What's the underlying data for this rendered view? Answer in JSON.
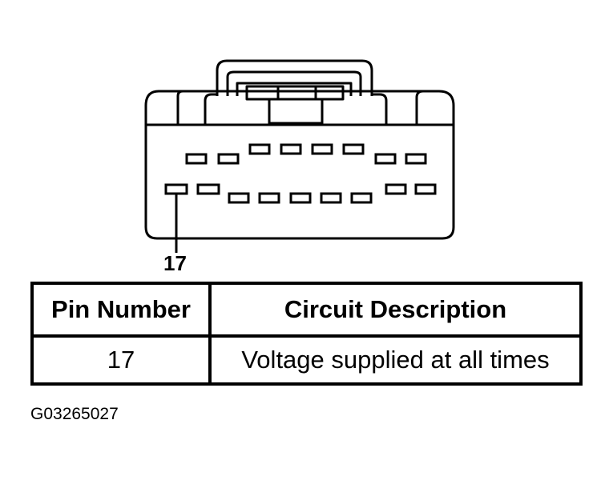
{
  "diagram": {
    "pin_callout": "17",
    "table": {
      "headers": [
        "Pin Number",
        "Circuit Description"
      ],
      "rows": [
        [
          "17",
          "Voltage supplied at all times"
        ]
      ]
    },
    "figure_id": "G03265027"
  }
}
